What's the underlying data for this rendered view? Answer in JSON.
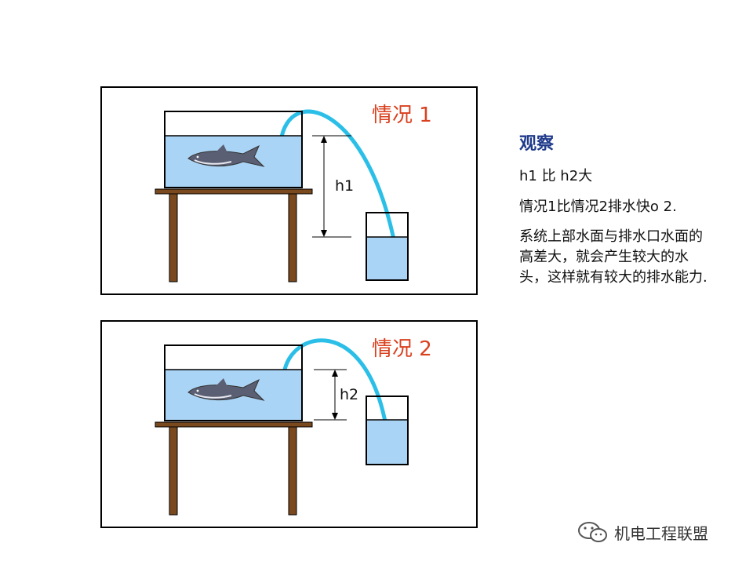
{
  "panels": [
    {
      "case_label": "情况 1",
      "height_label": "h1"
    },
    {
      "case_label": "情况 2",
      "height_label": "h2"
    }
  ],
  "side": {
    "title": "观察",
    "line1": "h1 比 h2大",
    "line2": "情况1比情况2排水快o 2.",
    "explanation": "系统上部水面与排水口水面的高差大，就会产生较大的水头，这样就有较大的排水能力."
  },
  "watermark": {
    "text": "机电工程联盟",
    "icon": "wechat-icon"
  },
  "colors": {
    "water": "#aad4f5",
    "hose": "#2bbfe8",
    "table_wood": "#7a4a1e",
    "case_label": "#d9401f",
    "title": "#1f3a8a"
  }
}
